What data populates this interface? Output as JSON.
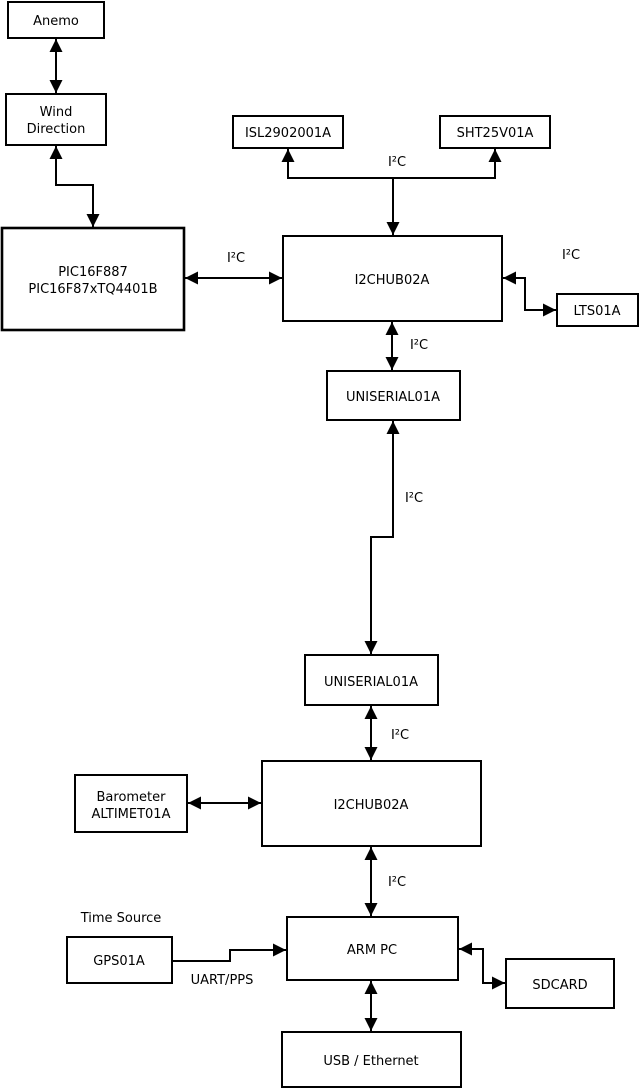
{
  "nodes": {
    "anemo": {
      "label": "Anemo"
    },
    "wind_direction": {
      "line1": "Wind",
      "line2": "Direction"
    },
    "pic": {
      "line1": "PIC16F887",
      "line2": "PIC16F87xTQ4401B"
    },
    "isl": {
      "label": "ISL2902001A"
    },
    "sht": {
      "label": "SHT25V01A"
    },
    "hub1": {
      "label": "I2CHUB02A"
    },
    "lts": {
      "label": "LTS01A"
    },
    "uniserial1": {
      "label": "UNISERIAL01A"
    },
    "uniserial2": {
      "label": "UNISERIAL01A"
    },
    "hub2": {
      "label": "I2CHUB02A"
    },
    "barometer": {
      "line1": "Barometer",
      "line2": "ALTIMET01A"
    },
    "gps": {
      "label": "GPS01A"
    },
    "arm_pc": {
      "label": "ARM PC"
    },
    "sdcard": {
      "label": "SDCARD"
    },
    "usb_ethernet": {
      "label": "USB / Ethernet"
    }
  },
  "edge_labels": {
    "i2c_sensor_bus": "I²C",
    "i2c_pic_hub1": "I²C",
    "i2c_hub1_lts": "I²C",
    "i2c_hub1_uniserial1": "I²C",
    "i2c_uniserial_link": "I²C",
    "i2c_uniserial2_hub2": "I²C",
    "i2c_hub2_armpc": "I²C",
    "uart_pps": "UART/PPS"
  },
  "annotations": {
    "time_source": "Time Source"
  },
  "colors": {
    "line": "#000000",
    "box_fill": "#ffffff",
    "box_border": "#000000",
    "background": "#ffffff",
    "text": "#000000"
  }
}
